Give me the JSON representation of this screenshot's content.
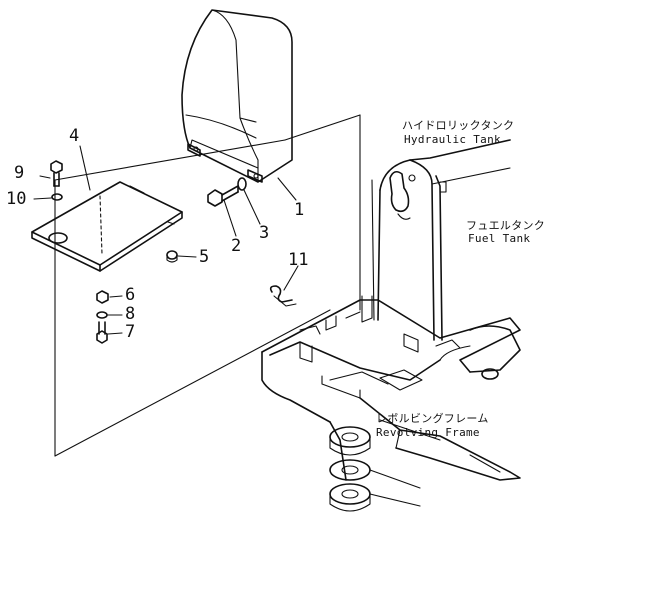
{
  "diagram": {
    "callouts": {
      "c1": "1",
      "c2": "2",
      "c3": "3",
      "c4": "4",
      "c5": "5",
      "c6": "6",
      "c7": "7",
      "c8": "8",
      "c9": "9",
      "c10": "10",
      "c11": "11"
    },
    "notes": {
      "hydraulic_tank_jp": "ハイドロリックタンク",
      "hydraulic_tank_en": "Hydraulic Tank",
      "fuel_tank_jp": "フュエルタンク",
      "fuel_tank_en": "Fuel Tank",
      "revolving_frame_jp": "レボルビングフレーム",
      "revolving_frame_en": "Revolving Frame"
    }
  }
}
